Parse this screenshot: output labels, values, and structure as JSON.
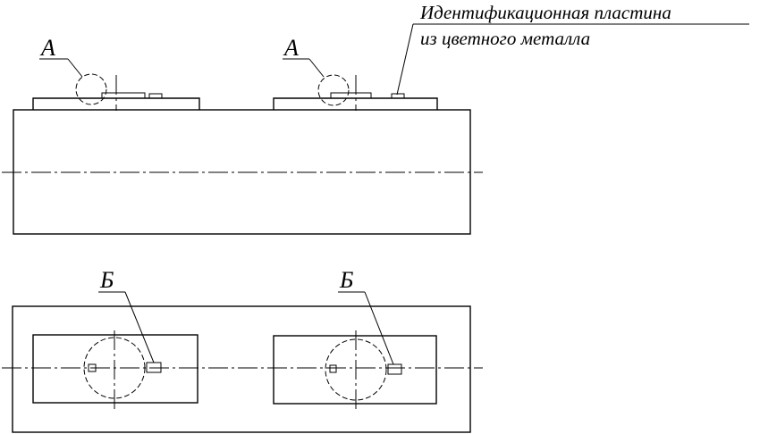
{
  "callout": {
    "line1": "Идентификационная пластина",
    "line2": "из цветного металла"
  },
  "labels": {
    "view_a_left": "А",
    "view_a_right": "А",
    "view_b_left": "Б",
    "view_b_right": "Б"
  }
}
